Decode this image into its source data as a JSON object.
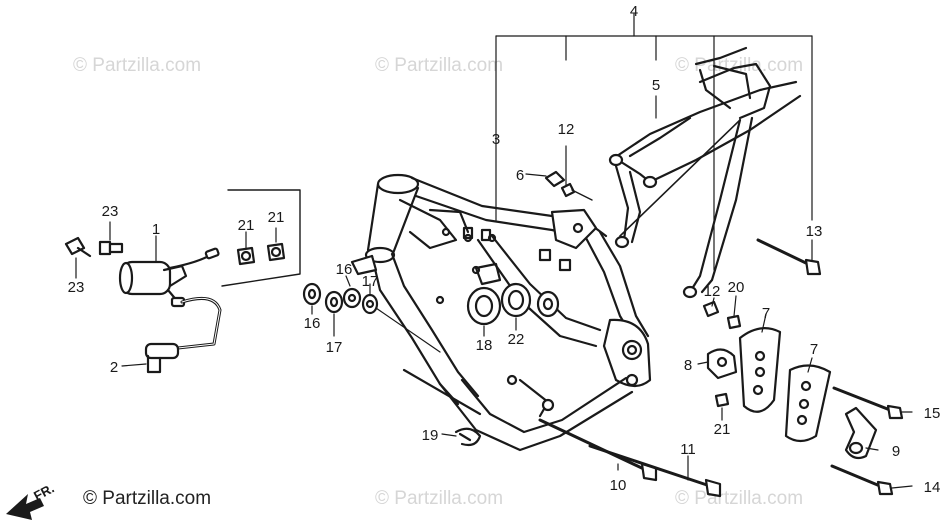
{
  "watermark": {
    "text": "© Partzilla.com"
  },
  "footer": {
    "copyright": "© Partzilla.com",
    "direction_label": "FR."
  },
  "callouts": {
    "c1": "1",
    "c2": "2",
    "c3": "3",
    "c4": "4",
    "c5": "5",
    "c6": "6",
    "c7a": "7",
    "c7b": "7",
    "c8": "8",
    "c9": "9",
    "c10": "10",
    "c11": "11",
    "c12a": "12",
    "c12b": "12",
    "c13": "13",
    "c14": "14",
    "c15": "15",
    "c16a": "16",
    "c16b": "16",
    "c17a": "17",
    "c17b": "17",
    "c18": "18",
    "c19": "19",
    "c20": "20",
    "c21a": "21",
    "c21b": "21",
    "c21c": "21",
    "c22": "22",
    "c23a": "23",
    "c23b": "23"
  },
  "icons": {
    "front_arrow": "front-direction-arrow-icon"
  }
}
